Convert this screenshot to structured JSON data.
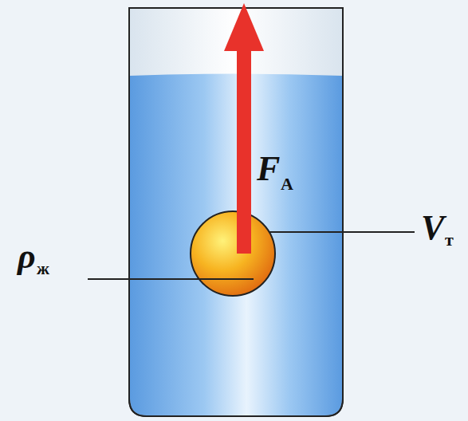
{
  "diagram": {
    "labels": [
      "F",
      "А",
      "V",
      "т",
      "ρ",
      "ж"
    ]
  }
}
